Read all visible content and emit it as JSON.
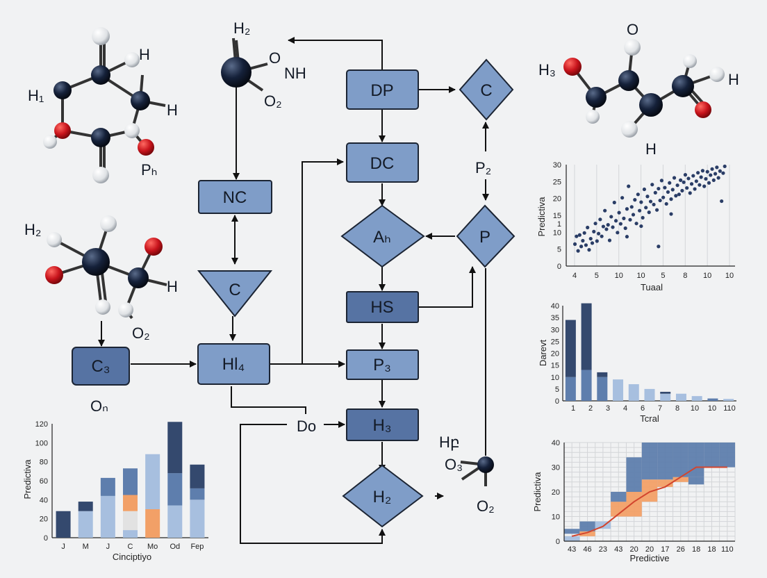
{
  "colors": {
    "node_fill": "#7f9dc8",
    "node_dark": "#5673a3",
    "atom_dark": "#15213a",
    "atom_red": "#c8141c",
    "atom_white": "#e6e8ea",
    "bar_navy": "#34496e",
    "bar_mid": "#5e7ead",
    "bar_light": "#a7bfdf",
    "bar_orange": "#f2a067",
    "line_red": "#d2452e",
    "dot": "#2a3d66"
  },
  "flowchart": {
    "nodes": {
      "dp": "DP",
      "c_top": "C",
      "dc": "DC",
      "nc": "NC",
      "c_tri": "C",
      "ah": "Aₕ",
      "p": "P",
      "hs": "HS",
      "c3": "C₃",
      "hl4": "Hl₄",
      "p3": "P₃",
      "h3": "H₃",
      "h2": "H₂"
    },
    "labels": {
      "h2_top": "H₂",
      "o_top": "O",
      "nh": "NH",
      "o2_top": "O₂",
      "p2": "P₂",
      "on": "Oₙ",
      "do": "Do",
      "hf": "Hբ",
      "o3": "O₃",
      "o2_bot": "O₂"
    }
  },
  "molecules": {
    "m1": {
      "h1": "H₁",
      "h_a": "H",
      "h_b": "H",
      "ph": "Pₕ"
    },
    "m2": {
      "h2": "H₂",
      "h": "H",
      "o2": "O₂"
    },
    "m3": {
      "o": "O",
      "h3": "H₃",
      "h_r": "H",
      "h_bot": "H"
    }
  },
  "chart_data": [
    {
      "type": "bar",
      "stacked": true,
      "ylabel": "Predictiva",
      "xlabel": "Cinciptiyo",
      "categories": [
        "J",
        "M",
        "J",
        "C",
        "Mo",
        "Od",
        "Fep"
      ],
      "ylim": [
        0,
        120
      ],
      "yticks": [
        0,
        20,
        40,
        60,
        80,
        100,
        120
      ],
      "stacks": [
        [
          {
            "v": 28,
            "c": "navy"
          }
        ],
        [
          {
            "v": 28,
            "c": "light"
          },
          {
            "v": 10,
            "c": "navy"
          }
        ],
        [
          {
            "v": 44,
            "c": "light"
          },
          {
            "v": 19,
            "c": "mid"
          }
        ],
        [
          {
            "v": 8,
            "c": "light"
          },
          {
            "v": 20,
            "c": "white"
          },
          {
            "v": 17,
            "c": "orange"
          },
          {
            "v": 28,
            "c": "mid"
          }
        ],
        [
          {
            "v": 30,
            "c": "orange"
          },
          {
            "v": 58,
            "c": "light"
          }
        ],
        [
          {
            "v": 34,
            "c": "light"
          },
          {
            "v": 34,
            "c": "mid"
          },
          {
            "v": 54,
            "c": "navy"
          }
        ],
        [
          {
            "v": 40,
            "c": "light"
          },
          {
            "v": 12,
            "c": "mid"
          },
          {
            "v": 25,
            "c": "navy"
          }
        ]
      ]
    },
    {
      "type": "scatter",
      "ylabel": "Predictiva",
      "xlabel": "Tuaal",
      "ylim": [
        0,
        30
      ],
      "yticks": [
        "0",
        "5",
        "10",
        "1",
        "15",
        "20",
        "25",
        "30"
      ],
      "xticks": [
        "4",
        "5",
        "10",
        "10",
        "5",
        "8",
        "10",
        "10"
      ],
      "points": [
        [
          0.02,
          6.5
        ],
        [
          0.03,
          8.8
        ],
        [
          0.04,
          4.5
        ],
        [
          0.05,
          9.2
        ],
        [
          0.06,
          5.8
        ],
        [
          0.07,
          7.5
        ],
        [
          0.08,
          9.8
        ],
        [
          0.09,
          6.2
        ],
        [
          0.1,
          11.4
        ],
        [
          0.11,
          4.8
        ],
        [
          0.12,
          8.1
        ],
        [
          0.13,
          6.8
        ],
        [
          0.14,
          10.2
        ],
        [
          0.15,
          12.6
        ],
        [
          0.16,
          7.4
        ],
        [
          0.17,
          9.6
        ],
        [
          0.18,
          13.8
        ],
        [
          0.19,
          8.8
        ],
        [
          0.2,
          11.7
        ],
        [
          0.21,
          16.4
        ],
        [
          0.22,
          10.9
        ],
        [
          0.23,
          12.2
        ],
        [
          0.24,
          7.6
        ],
        [
          0.25,
          14.6
        ],
        [
          0.26,
          11.5
        ],
        [
          0.27,
          18.8
        ],
        [
          0.28,
          13.4
        ],
        [
          0.29,
          9.9
        ],
        [
          0.3,
          15.8
        ],
        [
          0.31,
          12.5
        ],
        [
          0.32,
          20.2
        ],
        [
          0.33,
          14.1
        ],
        [
          0.34,
          11.2
        ],
        [
          0.35,
          16.9
        ],
        [
          0.36,
          23.6
        ],
        [
          0.37,
          13.7
        ],
        [
          0.38,
          17.5
        ],
        [
          0.39,
          15.2
        ],
        [
          0.4,
          19.6
        ],
        [
          0.41,
          12.6
        ],
        [
          0.42,
          21.2
        ],
        [
          0.43,
          16.4
        ],
        [
          0.44,
          18.9
        ],
        [
          0.45,
          14.3
        ],
        [
          0.46,
          22.7
        ],
        [
          0.47,
          17.3
        ],
        [
          0.48,
          20.6
        ],
        [
          0.49,
          15.9
        ],
        [
          0.5,
          19.1
        ],
        [
          0.51,
          24.1
        ],
        [
          0.52,
          18.2
        ],
        [
          0.53,
          21.7
        ],
        [
          0.54,
          16.6
        ],
        [
          0.55,
          22.9
        ],
        [
          0.56,
          19.4
        ],
        [
          0.57,
          25.3
        ],
        [
          0.58,
          20.3
        ],
        [
          0.59,
          23.2
        ],
        [
          0.6,
          18.4
        ],
        [
          0.61,
          21.9
        ],
        [
          0.62,
          24.6
        ],
        [
          0.63,
          19.8
        ],
        [
          0.64,
          22.6
        ],
        [
          0.65,
          26.1
        ],
        [
          0.66,
          20.8
        ],
        [
          0.67,
          23.9
        ],
        [
          0.68,
          21.2
        ],
        [
          0.69,
          25.4
        ],
        [
          0.7,
          22.3
        ],
        [
          0.71,
          24.8
        ],
        [
          0.72,
          27.0
        ],
        [
          0.73,
          23.1
        ],
        [
          0.74,
          25.9
        ],
        [
          0.75,
          21.6
        ],
        [
          0.76,
          24.3
        ],
        [
          0.77,
          26.7
        ],
        [
          0.78,
          22.8
        ],
        [
          0.79,
          25.1
        ],
        [
          0.8,
          27.6
        ],
        [
          0.81,
          24.0
        ],
        [
          0.82,
          26.3
        ],
        [
          0.83,
          28.2
        ],
        [
          0.84,
          23.6
        ],
        [
          0.85,
          25.8
        ],
        [
          0.86,
          27.9
        ],
        [
          0.87,
          24.6
        ],
        [
          0.88,
          26.9
        ],
        [
          0.89,
          28.7
        ],
        [
          0.9,
          25.4
        ],
        [
          0.91,
          27.3
        ],
        [
          0.92,
          29.2
        ],
        [
          0.93,
          26.1
        ],
        [
          0.94,
          28.1
        ],
        [
          0.95,
          19.2
        ],
        [
          0.96,
          27.5
        ],
        [
          0.97,
          29.5
        ],
        [
          0.35,
          8.7
        ],
        [
          0.55,
          5.8
        ],
        [
          0.44,
          11.8
        ],
        [
          0.63,
          15.4
        ]
      ]
    },
    {
      "type": "bar",
      "stacked": true,
      "ylabel": "Darevt",
      "xlabel": "Tcral",
      "categories": [
        "1",
        "2",
        "3",
        "4",
        "6",
        "7",
        "8",
        "10",
        "10",
        "110"
      ],
      "ylim": [
        0,
        40
      ],
      "yticks": [
        0,
        5,
        10,
        15,
        20,
        25,
        30,
        35,
        40
      ],
      "stacks": [
        [
          {
            "v": 10,
            "c": "mid"
          },
          {
            "v": 24,
            "c": "navy"
          }
        ],
        [
          {
            "v": 13,
            "c": "mid"
          },
          {
            "v": 28,
            "c": "navy"
          }
        ],
        [
          {
            "v": 10,
            "c": "mid"
          },
          {
            "v": 2,
            "c": "navy"
          }
        ],
        [
          {
            "v": 9,
            "c": "light"
          }
        ],
        [
          {
            "v": 7,
            "c": "light"
          }
        ],
        [
          {
            "v": 5,
            "c": "light"
          }
        ],
        [
          {
            "v": 3,
            "c": "light"
          },
          {
            "v": 0.8,
            "c": "navy"
          }
        ],
        [
          {
            "v": 3,
            "c": "light"
          }
        ],
        [
          {
            "v": 2,
            "c": "light"
          }
        ],
        [
          {
            "v": 1,
            "c": "mid"
          }
        ],
        [
          {
            "v": 0.8,
            "c": "light"
          }
        ]
      ]
    },
    {
      "type": "heatmap",
      "ylabel": "Predictiva",
      "xlabel": "Predictive",
      "ylim": [
        0,
        40
      ],
      "yticks": [
        0,
        10,
        20,
        30,
        40
      ],
      "xticks": [
        "43",
        "46",
        "23",
        "43",
        "20",
        "20",
        "17",
        "26",
        "18",
        "18",
        "110"
      ],
      "columns": [
        [
          {
            "y0": 0,
            "y1": 2,
            "c": "light"
          },
          {
            "y0": 3,
            "y1": 5,
            "c": "mid"
          }
        ],
        [
          {
            "y0": 2,
            "y1": 4,
            "c": "orange"
          },
          {
            "y0": 4,
            "y1": 8,
            "c": "mid"
          }
        ],
        [
          {
            "y0": 5,
            "y1": 8,
            "c": "light"
          }
        ],
        [
          {
            "y0": 10,
            "y1": 16,
            "c": "orange"
          },
          {
            "y0": 16,
            "y1": 20,
            "c": "mid"
          }
        ],
        [
          {
            "y0": 10,
            "y1": 20,
            "c": "orange"
          },
          {
            "y0": 20,
            "y1": 34,
            "c": "mid"
          }
        ],
        [
          {
            "y0": 16,
            "y1": 25,
            "c": "orange"
          },
          {
            "y0": 25,
            "y1": 40,
            "c": "mid"
          }
        ],
        [
          {
            "y0": 22,
            "y1": 25,
            "c": "orange"
          },
          {
            "y0": 25,
            "y1": 40,
            "c": "mid"
          }
        ],
        [
          {
            "y0": 24,
            "y1": 26,
            "c": "orange"
          },
          {
            "y0": 26,
            "y1": 40,
            "c": "mid"
          }
        ],
        [
          {
            "y0": 23,
            "y1": 26,
            "c": "mid"
          },
          {
            "y0": 26,
            "y1": 40,
            "c": "mid"
          }
        ],
        [
          {
            "y0": 30,
            "y1": 40,
            "c": "mid"
          }
        ],
        [
          {
            "y0": 30,
            "y1": 40,
            "c": "mid"
          }
        ]
      ],
      "line": [
        2,
        3.5,
        6,
        11,
        16,
        20,
        22,
        26,
        30,
        30,
        30
      ]
    }
  ]
}
